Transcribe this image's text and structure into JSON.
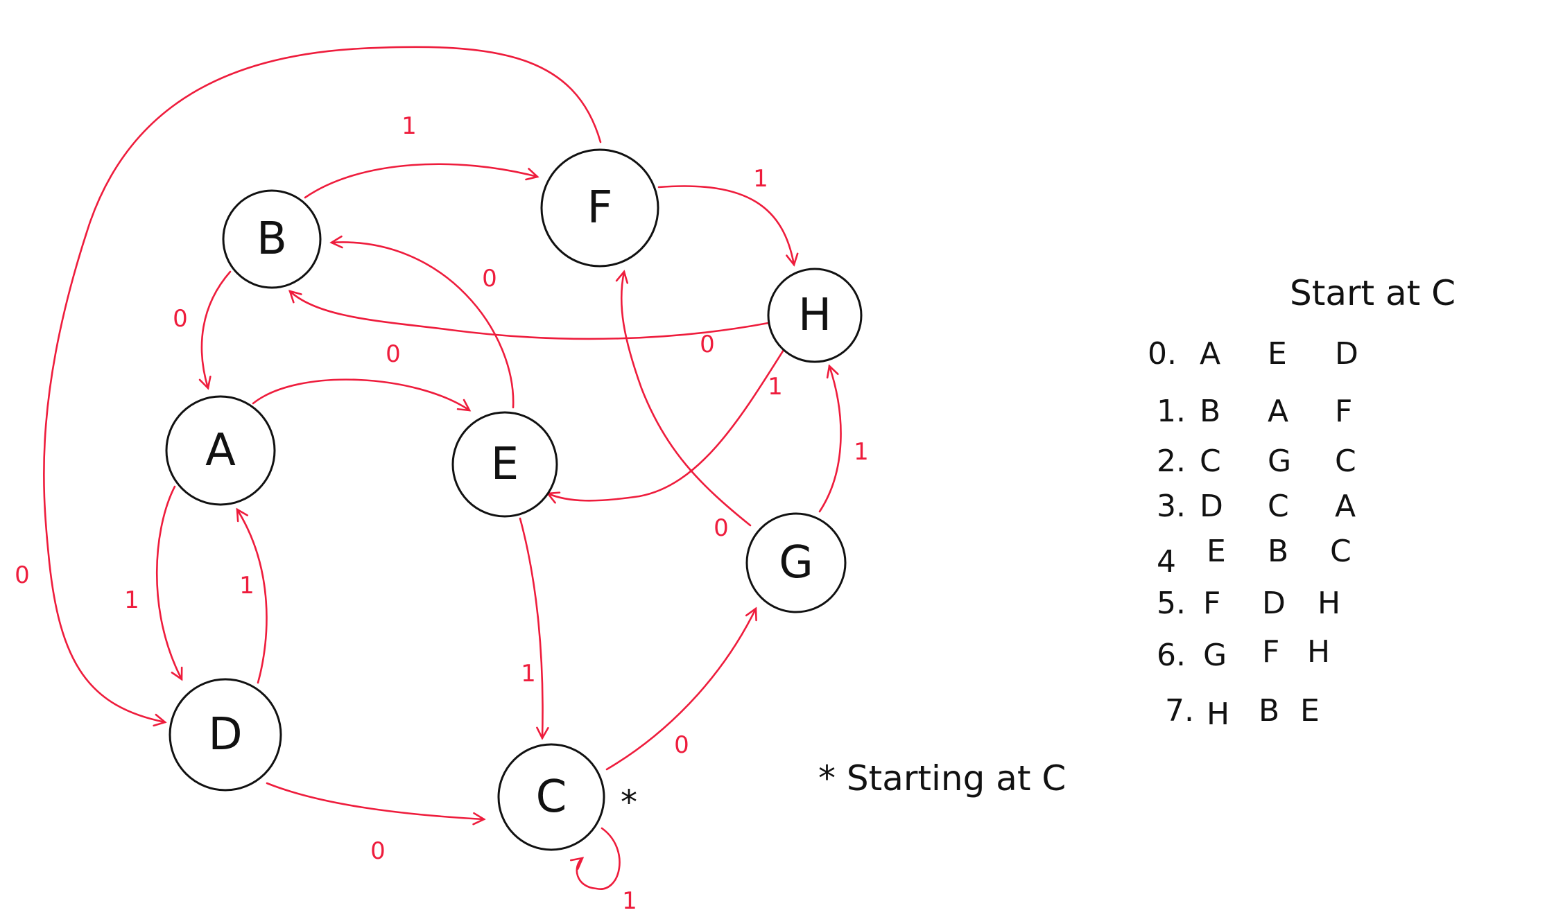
{
  "colors": {
    "edge": "#ee1c3c",
    "node_stroke": "#111111",
    "text": "#111111"
  },
  "nodes": {
    "A": "A",
    "B": "B",
    "C": "C",
    "D": "D",
    "E": "E",
    "F": "F",
    "G": "G",
    "H": "H"
  },
  "edges": [
    {
      "from": "A",
      "to": "D",
      "label": "1"
    },
    {
      "from": "A",
      "to": "E",
      "label": "0"
    },
    {
      "from": "B",
      "to": "A",
      "label": "0"
    },
    {
      "from": "B",
      "to": "F",
      "label": "1"
    },
    {
      "from": "C",
      "to": "G",
      "label": "0"
    },
    {
      "from": "C",
      "to": "C",
      "label": "1"
    },
    {
      "from": "D",
      "to": "C",
      "label": "0"
    },
    {
      "from": "D",
      "to": "A",
      "label": "1"
    },
    {
      "from": "E",
      "to": "B",
      "label": "0"
    },
    {
      "from": "E",
      "to": "C",
      "label": "1"
    },
    {
      "from": "F",
      "to": "D",
      "label": "0"
    },
    {
      "from": "F",
      "to": "H",
      "label": "1"
    },
    {
      "from": "G",
      "to": "F",
      "label": "0"
    },
    {
      "from": "G",
      "to": "H",
      "label": "1"
    },
    {
      "from": "H",
      "to": "B",
      "label": "0"
    },
    {
      "from": "H",
      "to": "E",
      "label": "1"
    }
  ],
  "start_marker": "*",
  "start_note": "* Starting at C",
  "table": {
    "title": "Start at C",
    "rows": [
      {
        "index": "0.",
        "state": "A",
        "on0": "E",
        "on1": "D"
      },
      {
        "index": "1.",
        "state": "B",
        "on0": "A",
        "on1": "F"
      },
      {
        "index": "2.",
        "state": "C",
        "on0": "G",
        "on1": "C"
      },
      {
        "index": "3.",
        "state": "D",
        "on0": "C",
        "on1": "A"
      },
      {
        "index": "4",
        "state": "E",
        "on0": "B",
        "on1": "C"
      },
      {
        "index": "5.",
        "state": "F",
        "on0": "D",
        "on1": "H"
      },
      {
        "index": "6.",
        "state": "G",
        "on0": "F",
        "on1": "H"
      },
      {
        "index": "7.",
        "state": "H",
        "on0": "B",
        "on1": "E"
      }
    ]
  }
}
